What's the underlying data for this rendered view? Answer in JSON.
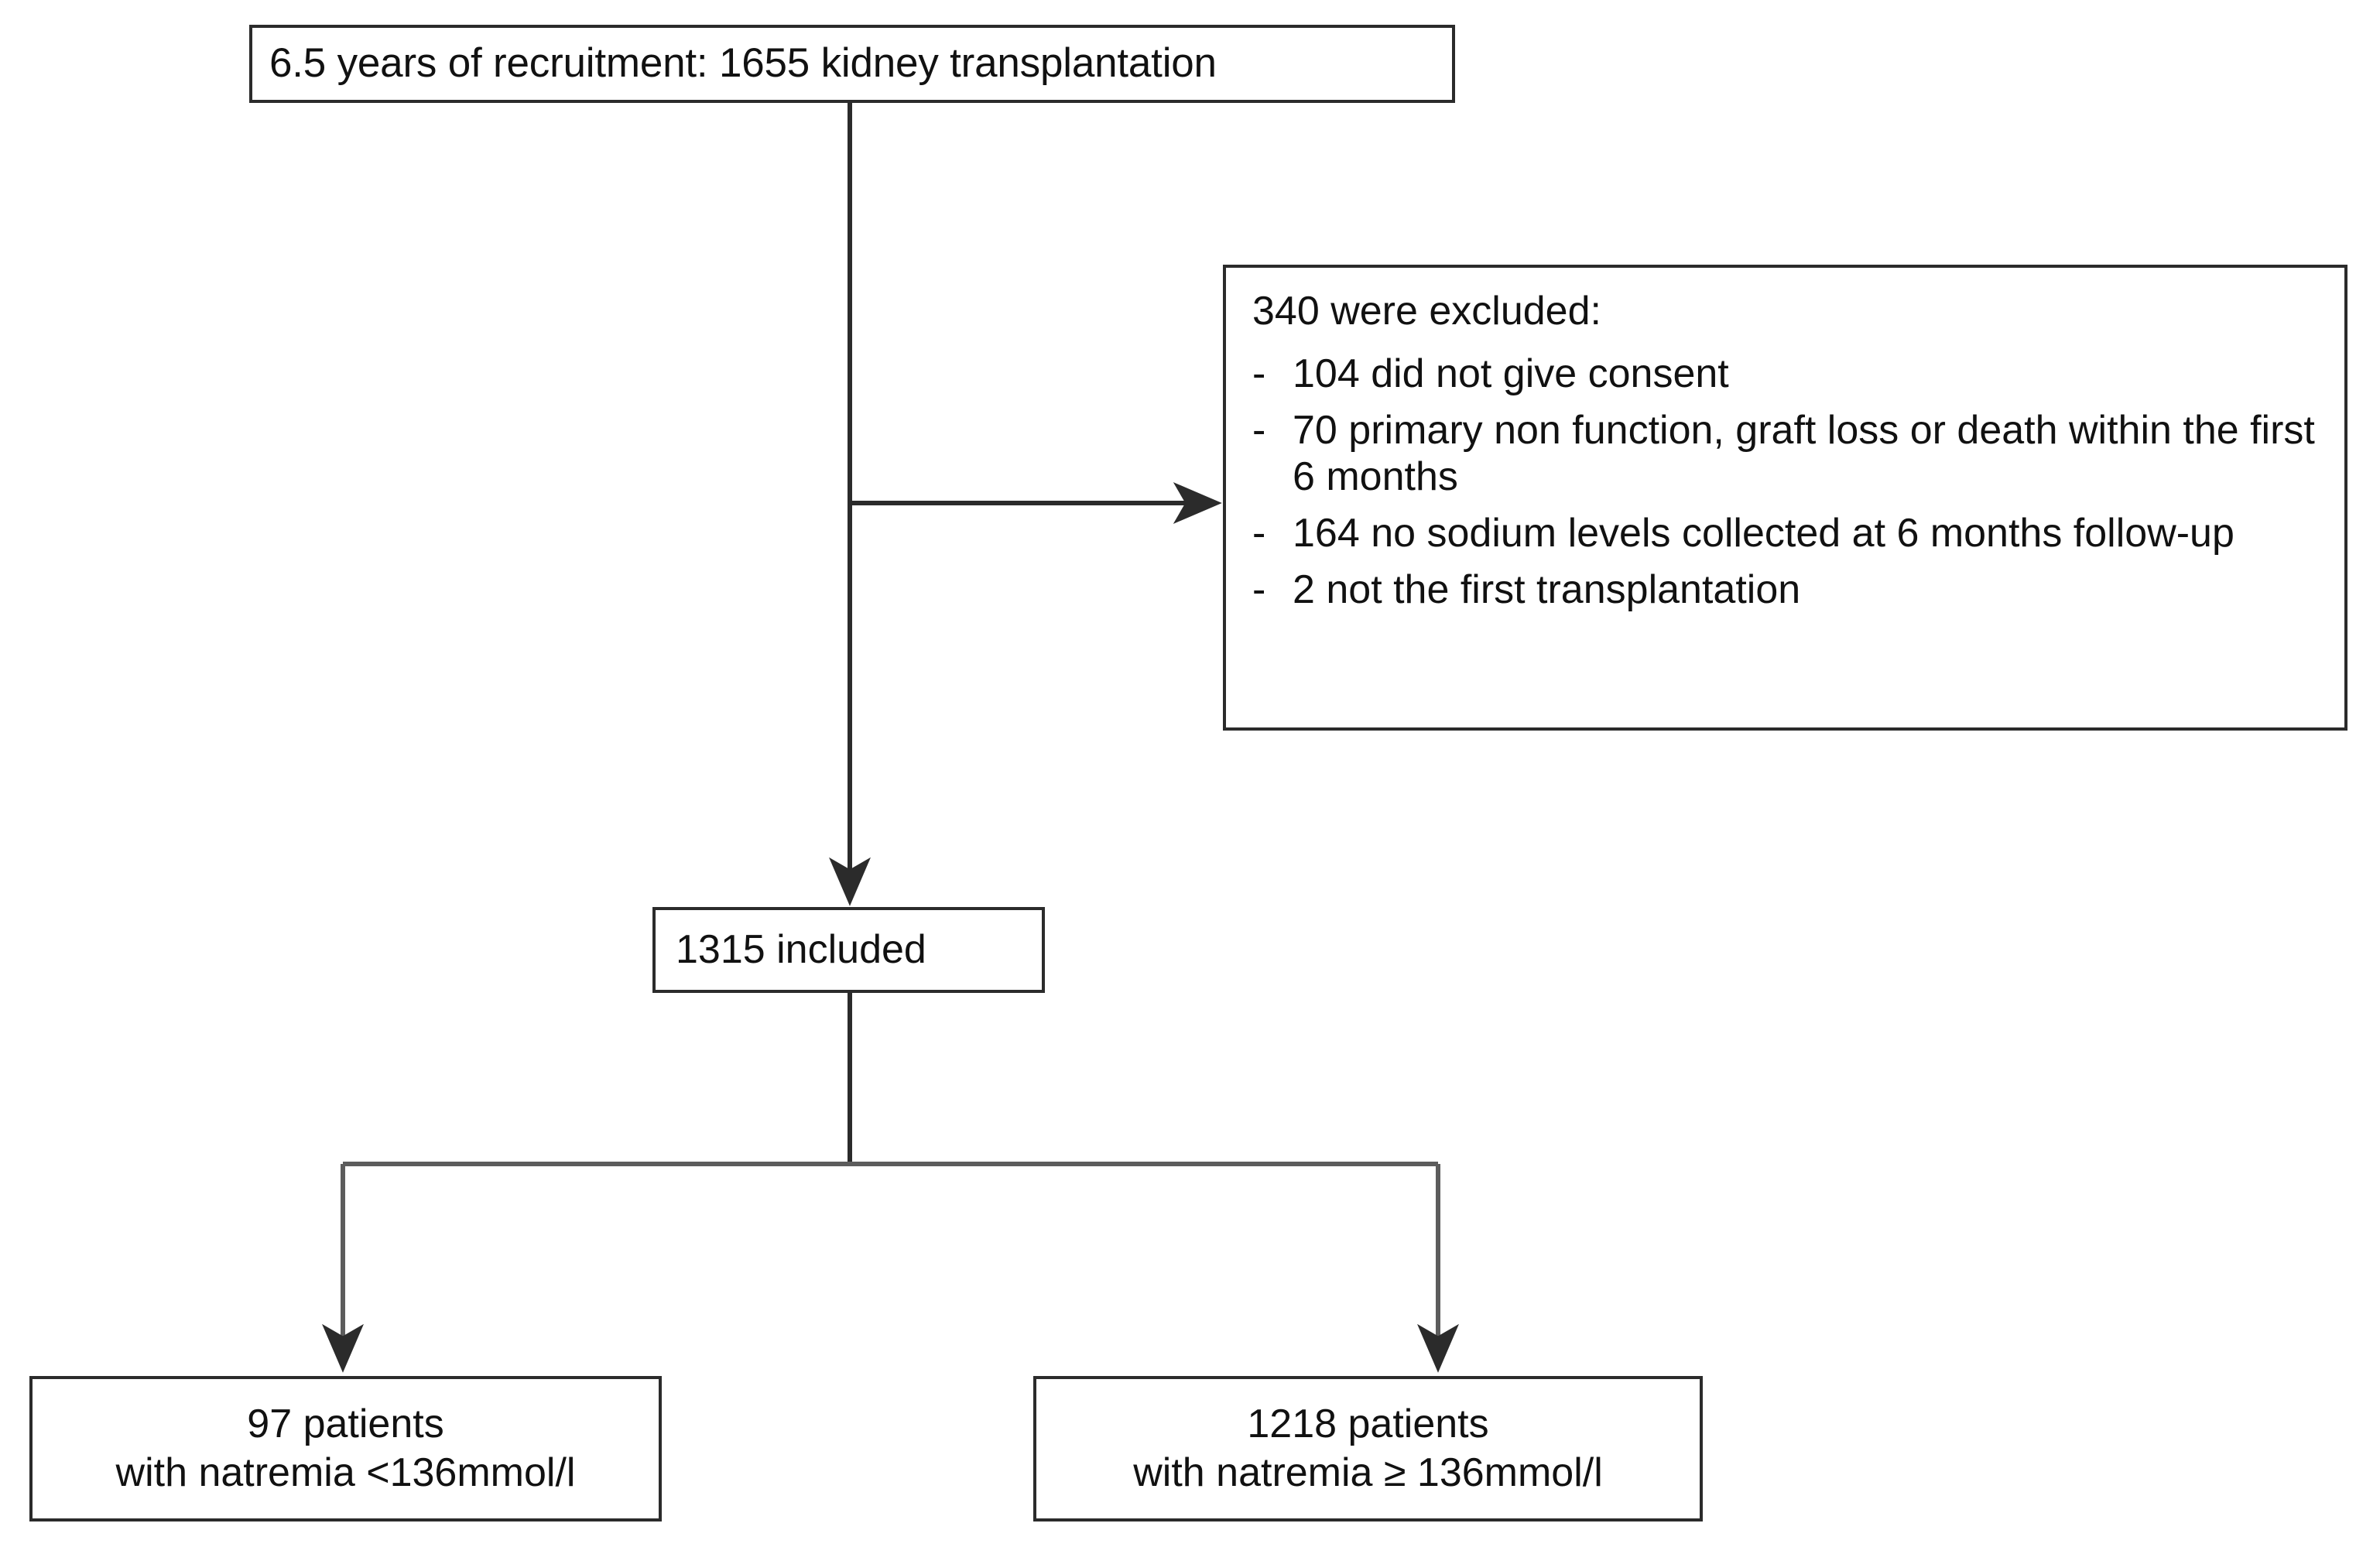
{
  "diagram": {
    "type": "study-flow-chart",
    "nodes": {
      "recruitment": {
        "text": "6.5 years of recruitment: 1655 kidney transplantation",
        "years": "6.5",
        "count": "1655"
      },
      "exclusions": {
        "title": "340 were excluded:",
        "total": "340",
        "bullet": "-",
        "items": [
          "104 did not give consent",
          "70 primary non function, graft loss or death within the first 6 months",
          "164 no sodium levels collected at 6 months follow-up",
          "2 not the first transplantation"
        ],
        "item_counts": [
          "104",
          "70",
          "164",
          "2"
        ]
      },
      "included": {
        "text": "1315 included",
        "count": "1315"
      },
      "hyponatremia": {
        "line1": "97  patients",
        "line2": "with natremia <136mmol/l",
        "count": "97",
        "threshold": "136mmol/l"
      },
      "normonatremia": {
        "line1": "1218 patients",
        "line2": "with natremia ≥ 136mmol/l",
        "count": "1218",
        "threshold": "136mmol/l"
      }
    },
    "connectors": [
      {
        "name": "recruitment-to-included",
        "style": "vertical-arrow"
      },
      {
        "name": "recruitment-to-exclusions",
        "style": "horizontal-arrow"
      },
      {
        "name": "included-to-hyponatremia",
        "style": "elbow-arrow"
      },
      {
        "name": "included-to-normonatremia",
        "style": "elbow-arrow"
      }
    ],
    "colors": {
      "line": "#2b2b2b",
      "border": "#2b2b2b",
      "background": "#ffffff",
      "text": "#111111"
    }
  }
}
